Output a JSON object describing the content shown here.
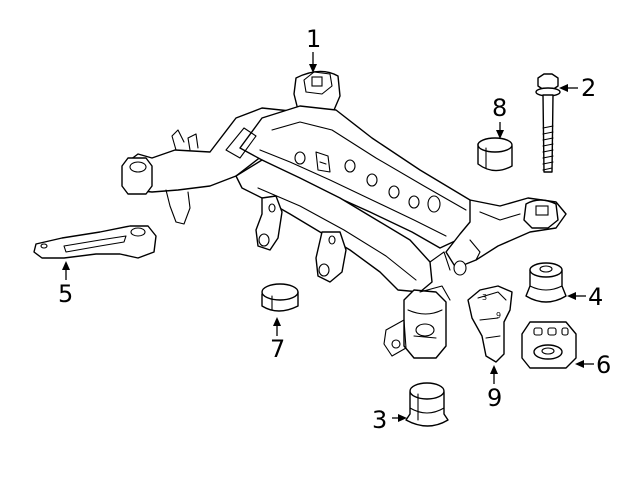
{
  "callouts": [
    {
      "label": "1",
      "part": "subframe"
    },
    {
      "label": "2",
      "part": "bolt"
    },
    {
      "label": "3",
      "part": "lower-bushing"
    },
    {
      "label": "4",
      "part": "upper-bushing"
    },
    {
      "label": "5",
      "part": "brace"
    },
    {
      "label": "6",
      "part": "mount-bracket"
    },
    {
      "label": "7",
      "part": "small-bushing"
    },
    {
      "label": "8",
      "part": "spacer-bushing"
    },
    {
      "label": "9",
      "part": "reinforcement-plate"
    }
  ],
  "plate_marks": [
    "3",
    "9"
  ],
  "colors": {
    "line": "#000000",
    "background": "#ffffff"
  }
}
